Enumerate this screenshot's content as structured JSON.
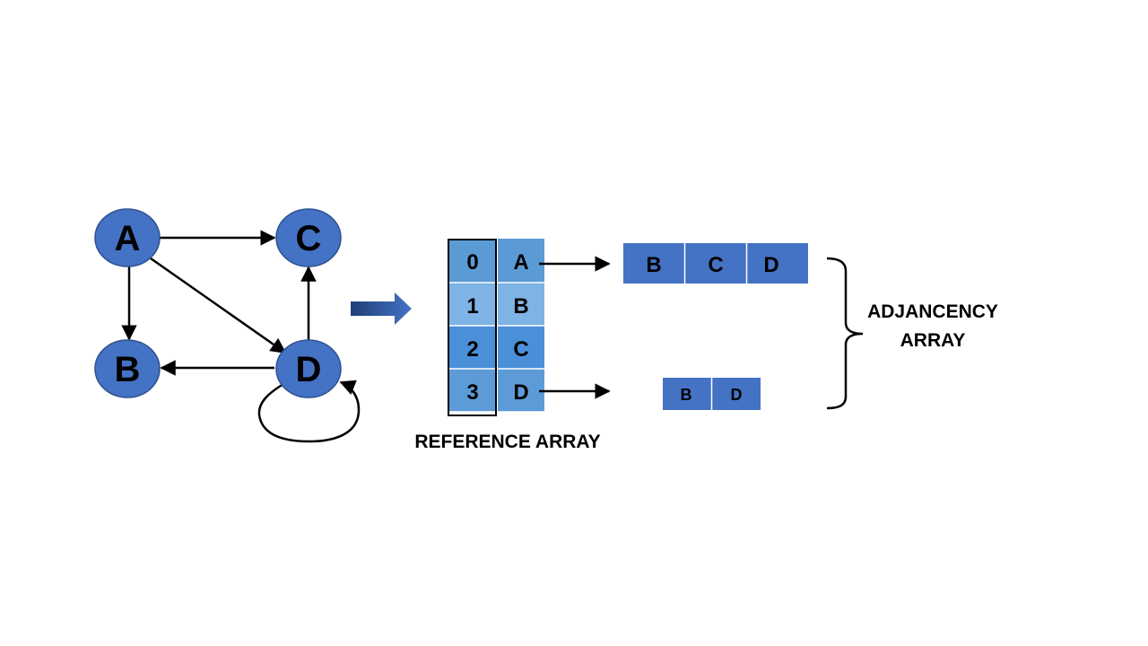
{
  "graph": {
    "nodes": [
      {
        "id": "A",
        "label": "A"
      },
      {
        "id": "C",
        "label": "C"
      },
      {
        "id": "B",
        "label": "B"
      },
      {
        "id": "D",
        "label": "D"
      }
    ],
    "edges": [
      {
        "from": "A",
        "to": "C"
      },
      {
        "from": "A",
        "to": "B"
      },
      {
        "from": "A",
        "to": "D"
      },
      {
        "from": "D",
        "to": "C"
      },
      {
        "from": "D",
        "to": "B"
      },
      {
        "from": "D",
        "to": "D"
      }
    ]
  },
  "reference_array": {
    "caption": "REFERENCE ARRAY",
    "rows": [
      {
        "index": "0",
        "vertex": "A"
      },
      {
        "index": "1",
        "vertex": "B"
      },
      {
        "index": "2",
        "vertex": "C"
      },
      {
        "index": "3",
        "vertex": "D"
      }
    ]
  },
  "adjacency": {
    "caption_line1": "ADJANCENCY",
    "caption_line2": "ARRAY",
    "list_a": [
      "B",
      "C",
      "D"
    ],
    "list_d": [
      "B",
      "D"
    ]
  },
  "colors": {
    "node_fill": "#4472c4",
    "node_stroke": "#2f528f",
    "cell_fill": "#4472c4",
    "ref_index_fill": [
      "#5b9bd5",
      "#6aa6de",
      "#4a90d9",
      "#5d9bd8"
    ],
    "ref_vertex_fill": [
      "#5b9bd5",
      "#6aa6de",
      "#4a90d9",
      "#5d9bd8"
    ],
    "arrow_dark": "#1f3f78",
    "arrow_light": "#4472c4"
  }
}
